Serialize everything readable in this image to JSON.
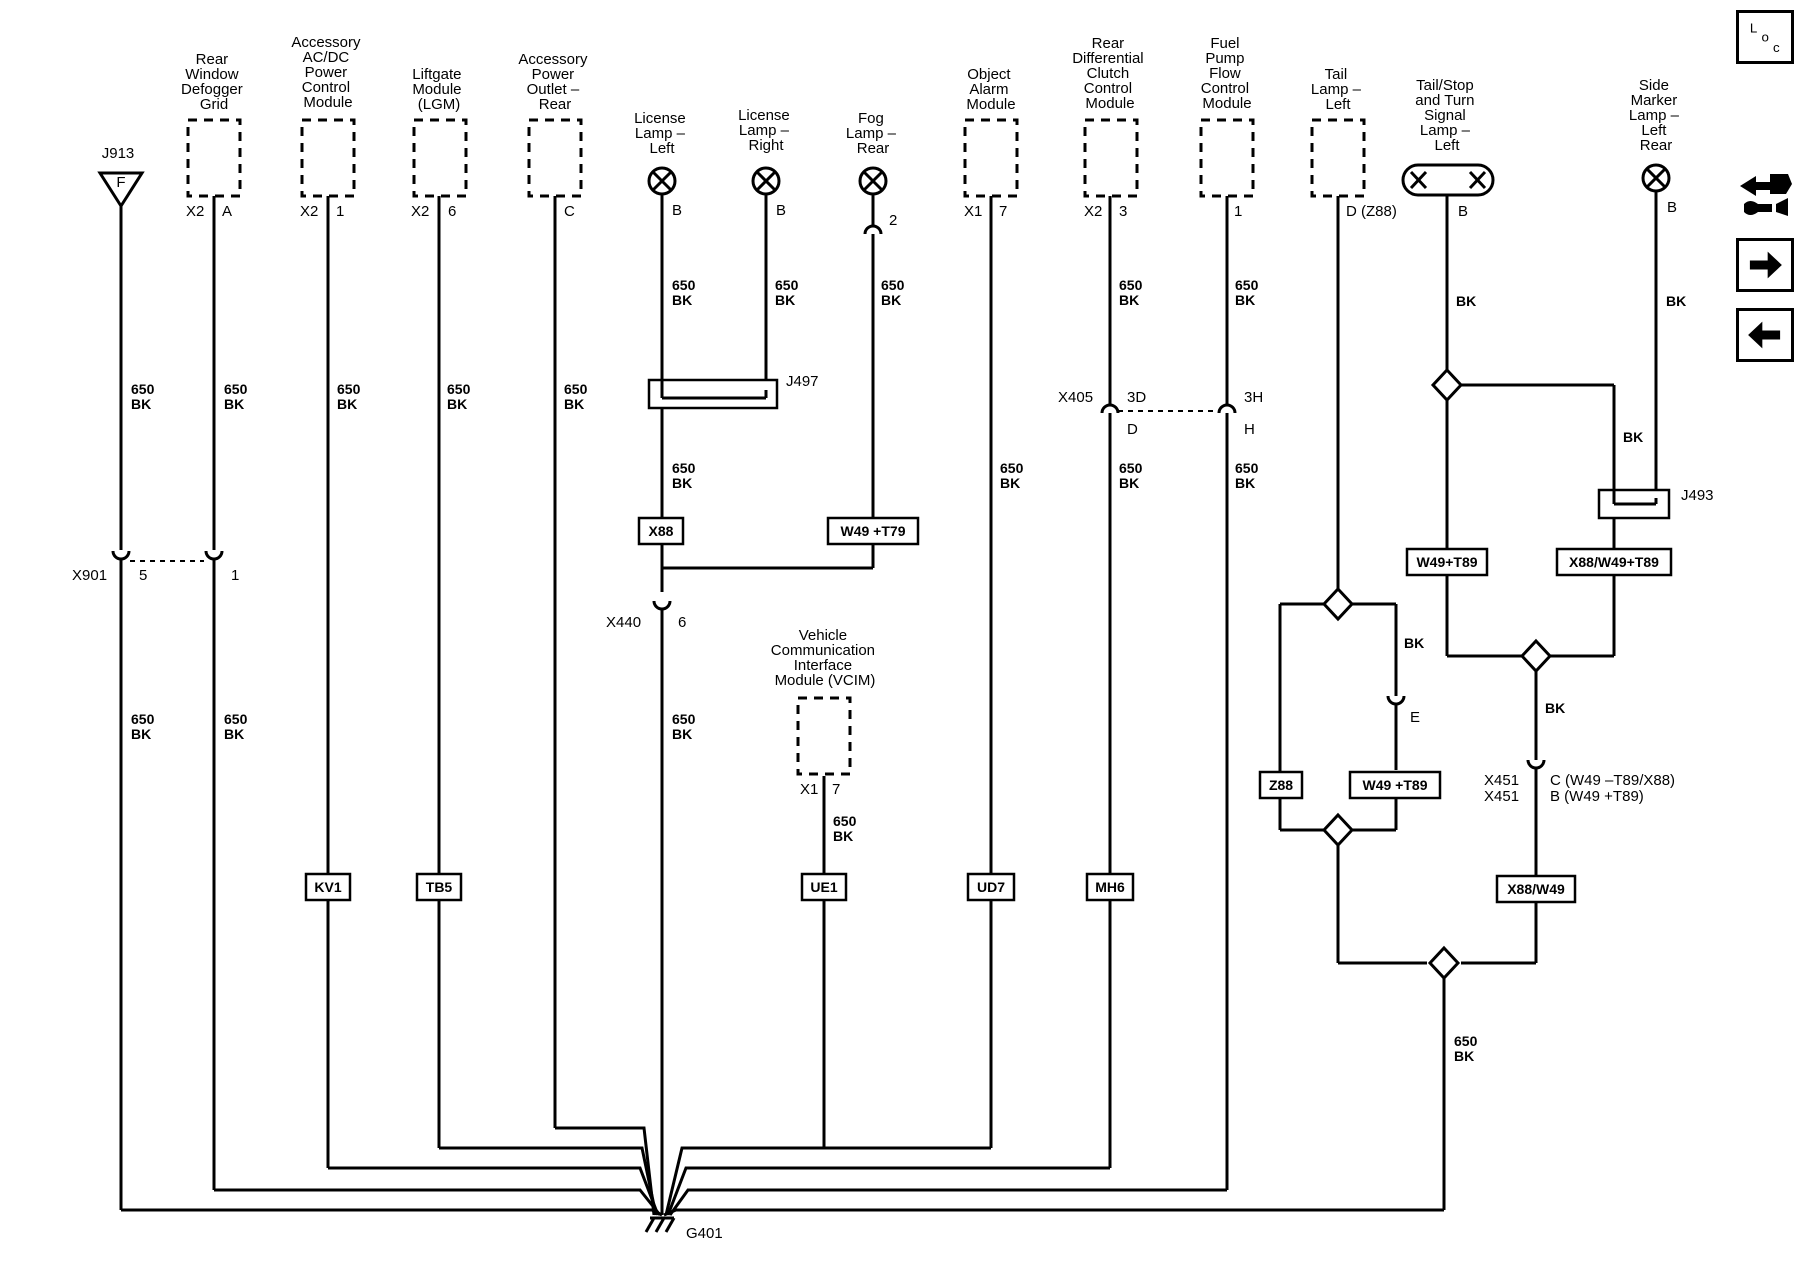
{
  "nav": {
    "loc": [
      "L",
      "o",
      "c"
    ]
  },
  "components": {
    "j913": "J913",
    "j913_pin": "F",
    "defogger": [
      "Rear",
      "Window",
      "Defogger",
      "Grid"
    ],
    "defogger_conn": "X2",
    "defogger_pin": "A",
    "acdc": [
      "Accessory",
      "AC/DC",
      "Power",
      "Control",
      "Module"
    ],
    "acdc_conn": "X2",
    "acdc_pin": "1",
    "liftgate": [
      "Liftgate",
      "Module",
      "(LGM)"
    ],
    "liftgate_conn": "X2",
    "liftgate_pin": "6",
    "outlet": [
      "Accessory",
      "Power",
      "Outlet –",
      "Rear"
    ],
    "outlet_pin": "C",
    "license_left": [
      "License",
      "Lamp –",
      "Left"
    ],
    "license_left_pin": "B",
    "license_right": [
      "License",
      "Lamp –",
      "Right"
    ],
    "license_right_pin": "B",
    "fog": [
      "Fog",
      "Lamp –",
      "Rear"
    ],
    "fog_pin": "2",
    "object_alarm": [
      "Object",
      "Alarm",
      "Module"
    ],
    "object_alarm_conn": "X1",
    "object_alarm_pin": "7",
    "rear_diff": [
      "Rear",
      "Differential",
      "Clutch",
      "Control",
      "Module"
    ],
    "rear_diff_conn": "X2",
    "rear_diff_pin": "3",
    "fuel_pump": [
      "Fuel",
      "Pump",
      "Flow",
      "Control",
      "Module"
    ],
    "fuel_pump_pin": "1",
    "tail_left": [
      "Tail",
      "Lamp –",
      "Left"
    ],
    "tail_left_pin": "D (Z88)",
    "tail_stop": [
      "Tail/Stop",
      "and Turn",
      "Signal",
      "Lamp –",
      "Left"
    ],
    "tail_stop_pin": "B",
    "side_marker": [
      "Side",
      "Marker",
      "Lamp –",
      "Left",
      "Rear"
    ],
    "side_marker_pin": "B",
    "vcim": [
      "Vehicle",
      "Communication",
      "Interface",
      "Module (VCIM)"
    ],
    "vcim_conn": "X1",
    "vcim_pin": "7"
  },
  "wires": {
    "circuit": "650",
    "color": "BK"
  },
  "connectors": {
    "x901": "X901",
    "x901_pin5": "5",
    "x901_pin1": "1",
    "j497": "J497",
    "x440": "X440",
    "x440_pin": "6",
    "x405": "X405",
    "x405_3d": "3D",
    "x405_3h": "3H",
    "x405_d": "D",
    "x405_h": "H",
    "j493": "J493",
    "x451_a": "X451",
    "x451_b": "X451",
    "x451_c_note": "C (W49 –T89/X88)",
    "x451_b_note": "B (W49 +T89)",
    "e_pin": "E",
    "g401": "G401"
  },
  "options": {
    "x88": "X88",
    "w49t79": "W49 +T79",
    "kv1": "KV1",
    "tb5": "TB5",
    "ue1": "UE1",
    "ud7": "UD7",
    "mh6": "MH6",
    "w49t89_a": "W49+T89",
    "x88w49t89": "X88/W49+T89",
    "z88": "Z88",
    "w49t89_b": "W49 +T89",
    "x88w49": "X88/W49"
  }
}
